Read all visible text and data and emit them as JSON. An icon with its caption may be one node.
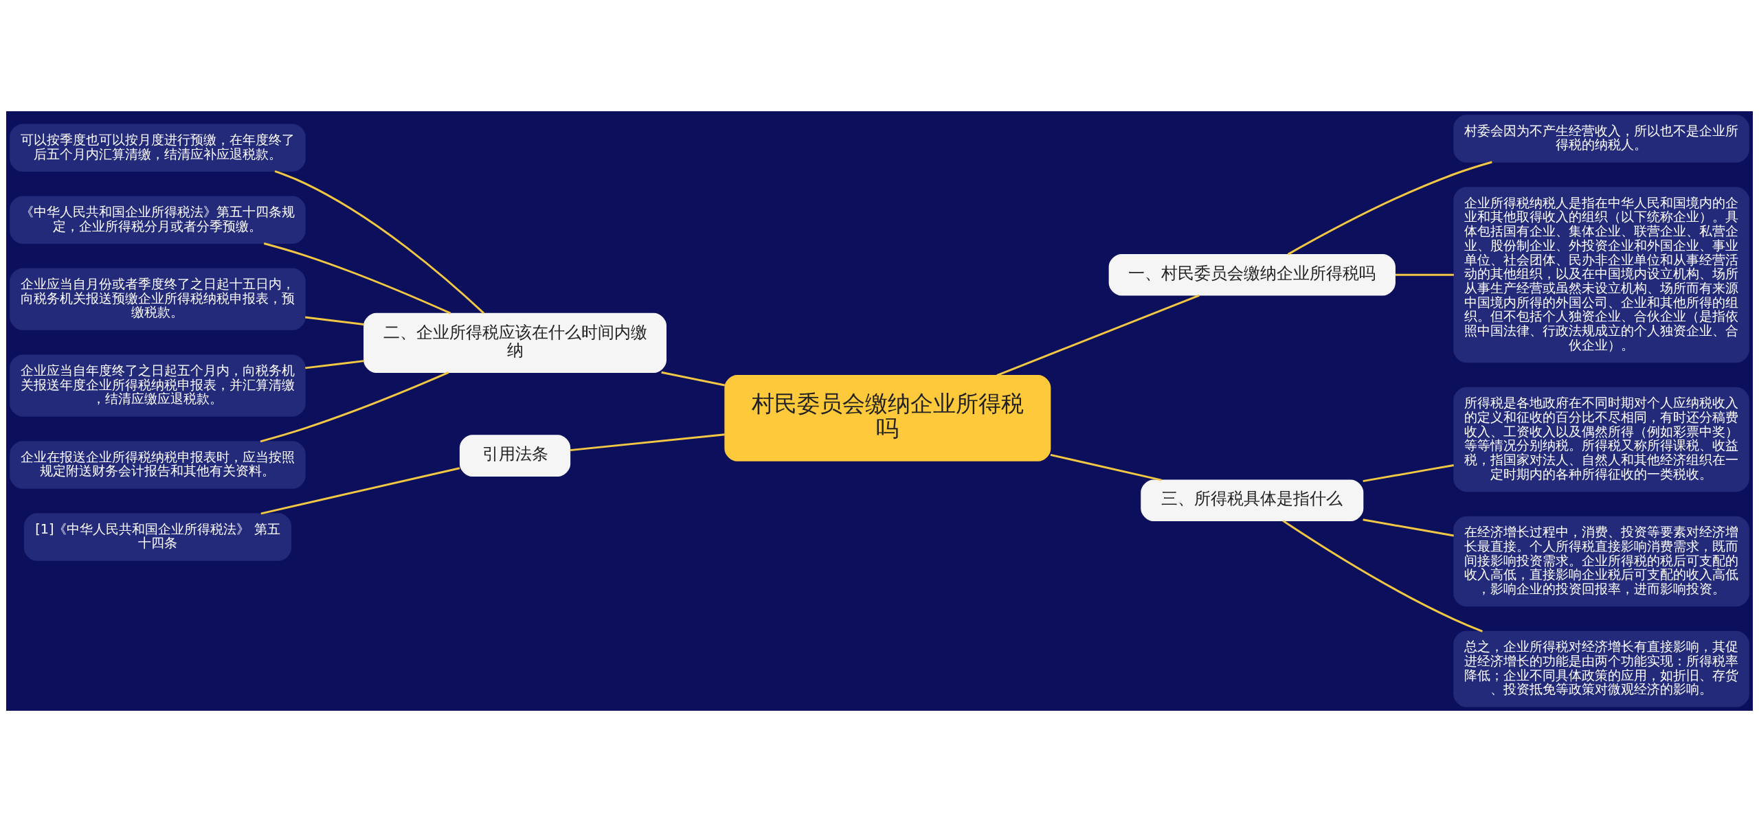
{
  "diagram": {
    "nodes": [
      {
        "text": [
          "村民委员会缴纳企业所得税吗"
        ]
      },
      {
        "text": [
          "一、村民委员会缴纳企业所得税吗"
        ]
      },
      {
        "text": [
          "村委会因为不产生经营收入，所以也不是企业所得税的纳税人。"
        ]
      },
      {
        "text": [
          "企业所得税纳税人是指在中华人民和国境内的企业和其他取得收入的组织（以下统称企业）。具体包括国有企业、集体企业、联营企业、私营企业、股份制企业、外投资企业和外国企业、事业单位、社会团体、民办非企业单位和从事经营活动的其他组织，以及在中国境内设立机构、场所从事生产经营或虽然未设立机构、场所而有来源中国境内所得的外国公司、企业和其他所得的组织。但不包括个人独资企业、合伙企业（是指依照中国法律、行政法规成立的个人独资企业、合伙企业）。"
        ]
      },
      {
        "text": [
          "二、企业所得税应该在什么时间内缴纳"
        ]
      },
      {
        "text": [
          "可以按季度也可以按月度进行预缴，在年度终了后五个月内汇算清缴，结清应补应退税款。"
        ]
      },
      {
        "text": [
          "《中华人民共和国企业所得税法》第五十四条规定，企业所得税分月或者分季预缴。"
        ]
      },
      {
        "text": [
          "企业应当自月份或者季度终了之日起十五日内，向税务机关报送预缴企业所得税纳税申报表，预缴税款。"
        ]
      },
      {
        "text": [
          "企业应当自年度终了之日起五个月内，向税务机关报送年度企业所得税纳税申报表，并汇算清缴，结清应缴应退税款。"
        ]
      },
      {
        "text": [
          "企业在报送企业所得税纳税申报表时，应当按照规定附送财务会计报告和其他有关资料。"
        ]
      },
      {
        "text": [
          "引用法条"
        ]
      },
      {
        "text": [
          "[1]《中华人民共和国企业所得税法》 第五十四条"
        ]
      },
      {
        "text": [
          "三、所得税具体是指什么"
        ]
      },
      {
        "text": [
          "所得税是各地政府在不同时期对个人应纳税收入的定义和征收的百分比不尽相同，有时还分稿费收入、工资收入以及偶然所得（例如彩票中奖）等等情况分别纳税。所得税又称所得课税、收益税，指国家对法人、自然人和其他经济组织在一定时期内的各种所得征收的一类税收。"
        ]
      },
      {
        "text": [
          "在经济增长过程中，消费、投资等要素对经济增长最直接。个人所得税直接影响消费需求，既而间接影响投资需求。企业所得税的税后可支配的收入高低，直接影响企业税后可支配的收入高低，影响企业的投资回报率，进而影响投资。"
        ]
      },
      {
        "text": [
          "总之，企业所得税对经济增长有直接影响，其促进经济增长的功能是由两个功能实现：所得税率降低；企业不同具体政策的应用，如折旧、存货、投资抵免等政策对微观经济的影响。"
        ]
      }
    ],
    "edges": [
      {
        "from": 0,
        "to": 1,
        "arrow": "none"
      },
      {
        "from": 1,
        "to": 2,
        "arrow": "none"
      },
      {
        "from": 1,
        "to": 3,
        "arrow": "none"
      },
      {
        "from": 0,
        "to": 4,
        "arrow": "none"
      },
      {
        "from": 4,
        "to": 5,
        "arrow": "none"
      },
      {
        "from": 4,
        "to": 6,
        "arrow": "none"
      },
      {
        "from": 4,
        "to": 7,
        "arrow": "none"
      },
      {
        "from": 4,
        "to": 8,
        "arrow": "none"
      },
      {
        "from": 4,
        "to": 9,
        "arrow": "none"
      },
      {
        "from": 0,
        "to": 10,
        "arrow": "none"
      },
      {
        "from": 10,
        "to": 11,
        "arrow": "none"
      },
      {
        "from": 0,
        "to": 12,
        "arrow": "none"
      },
      {
        "from": 12,
        "to": 13,
        "arrow": "none"
      },
      {
        "from": 12,
        "to": 14,
        "arrow": "none"
      },
      {
        "from": 12,
        "to": 15,
        "arrow": "none"
      }
    ]
  }
}
